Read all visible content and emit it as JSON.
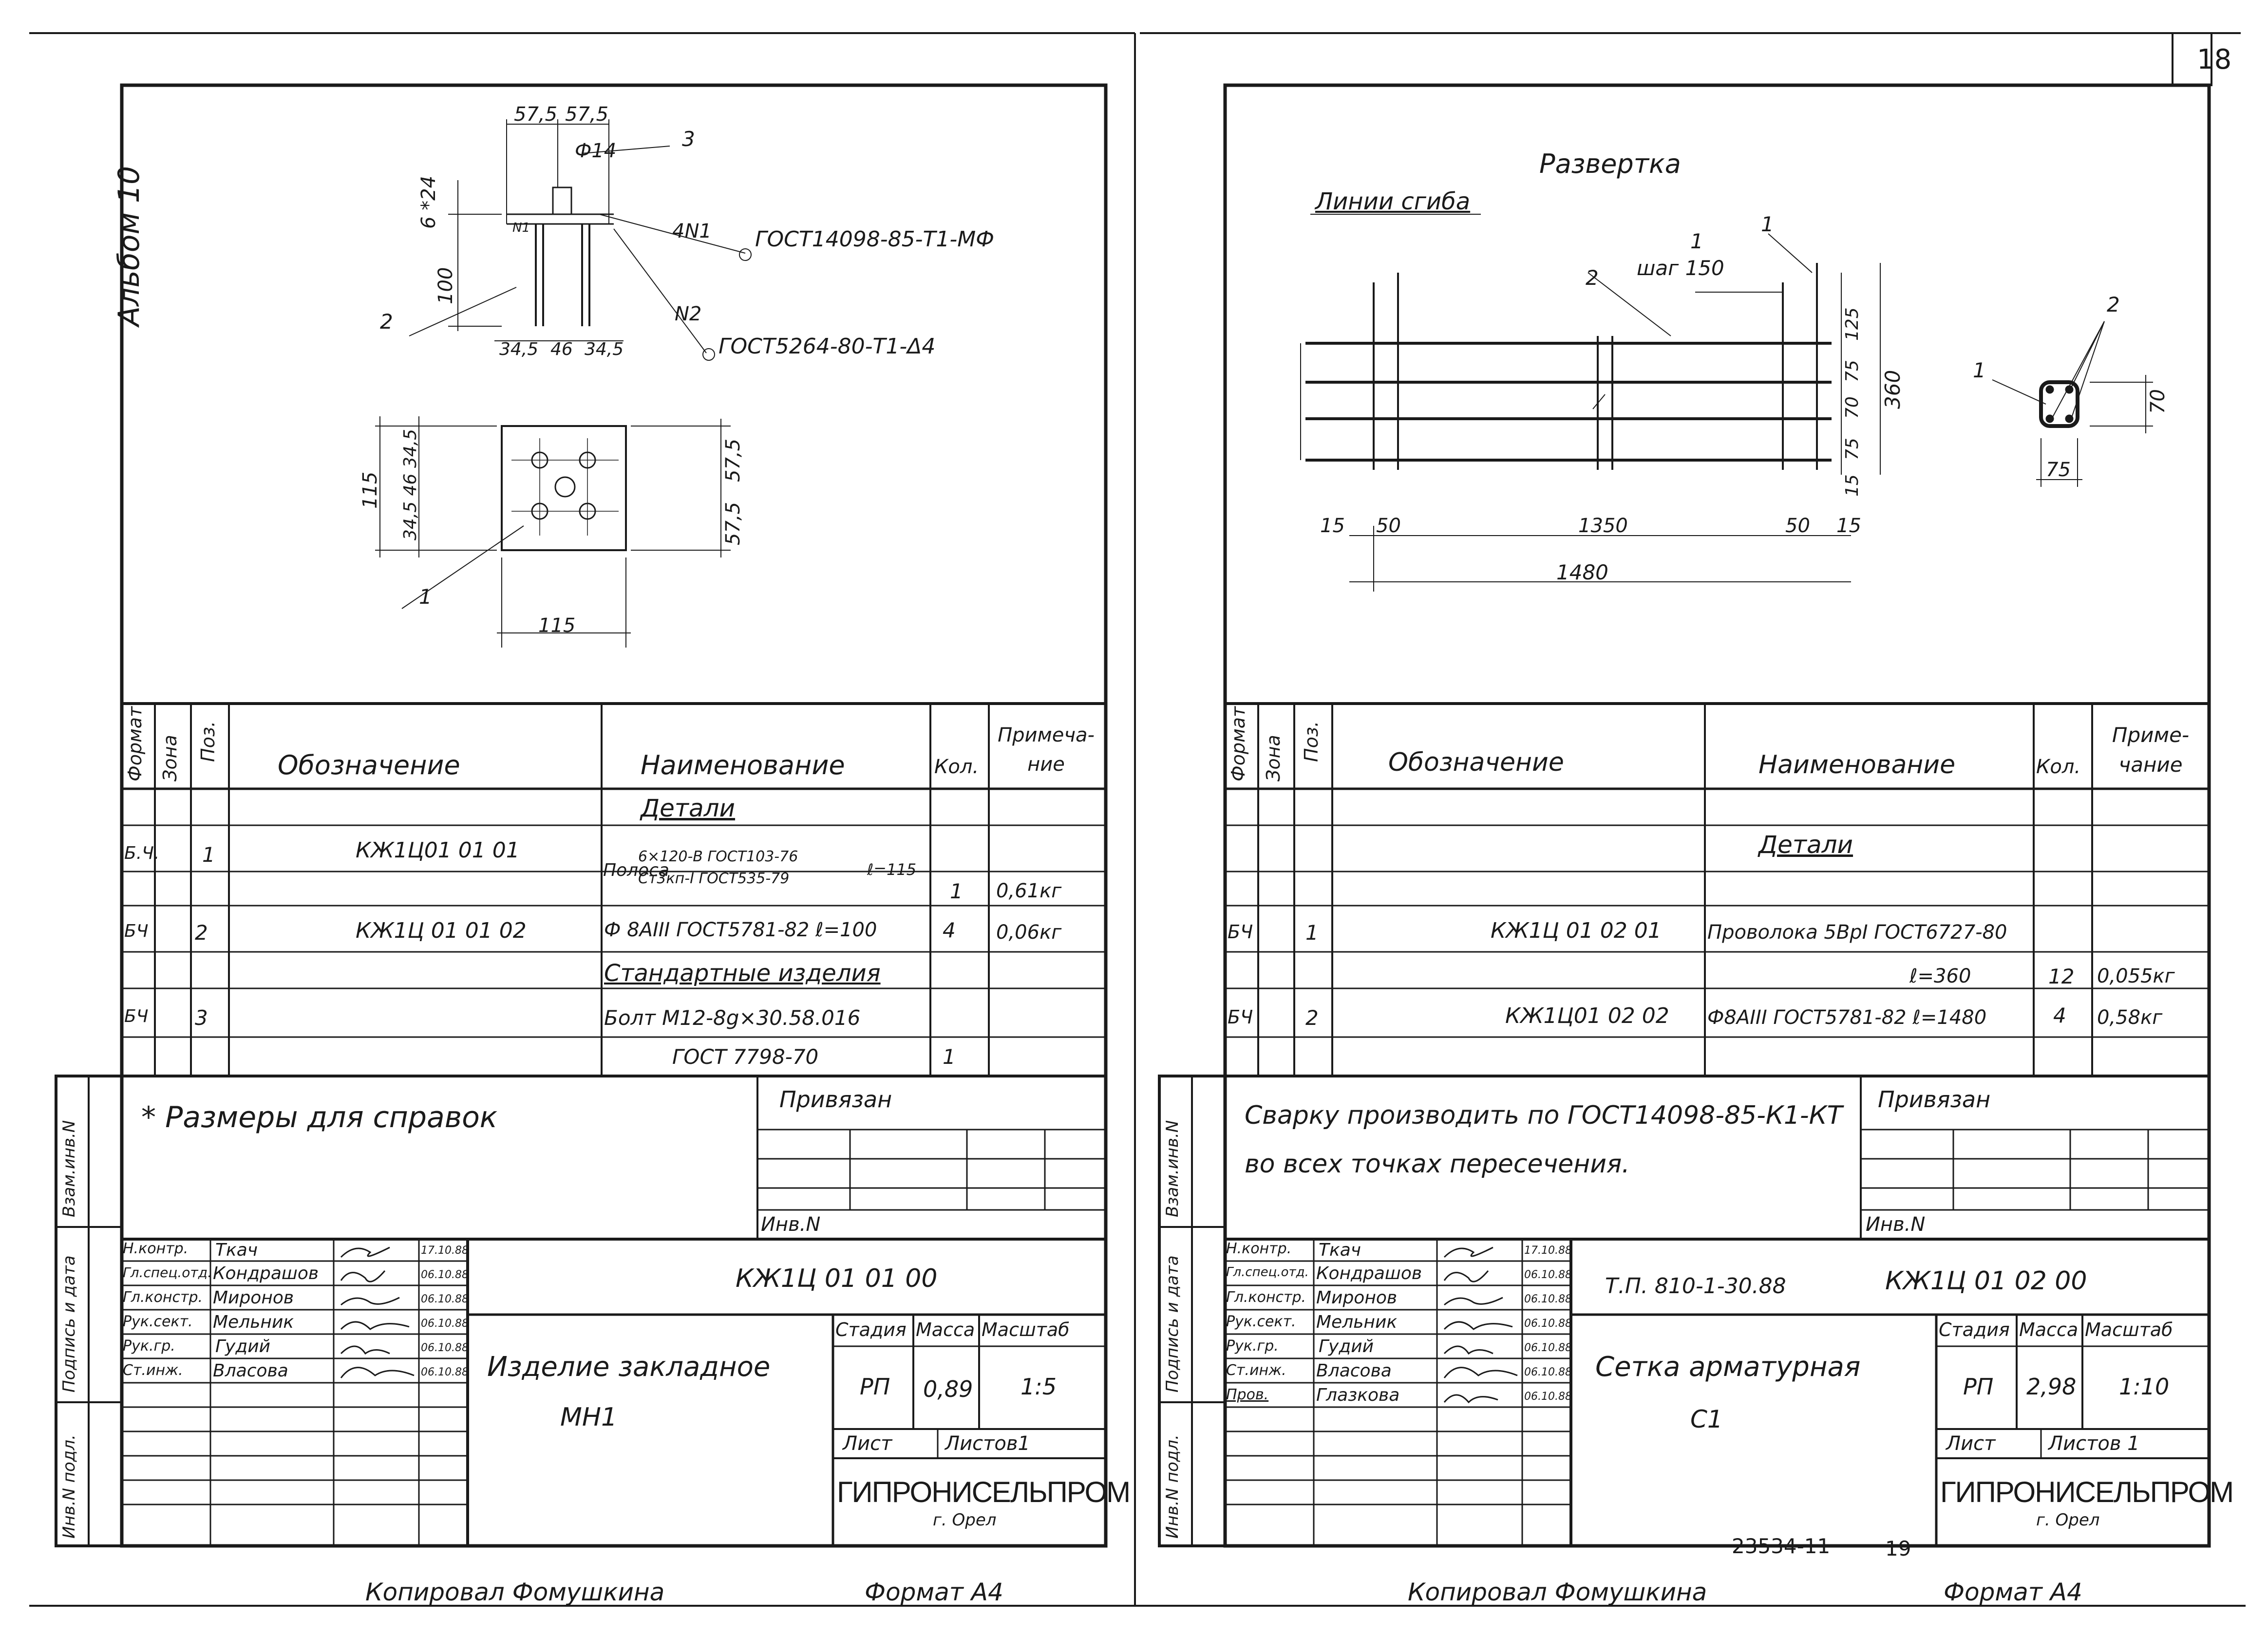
{
  "page_number": "18",
  "left_sheet": {
    "album": "Альбом 10",
    "drawing": {
      "dims_top": [
        "57,5",
        "57,5"
      ],
      "phi": "Ф14",
      "pos3": "3",
      "pos2": "2",
      "pos1": "1",
      "dim_6_24": "6 *24",
      "dim_100": "100",
      "weld1_mark": "4N1",
      "weld1_std": "ГОСТ14098-85-Т1-МФ",
      "weld2_mark": "N2",
      "weld2_std": "ГОСТ5264-80-Т1-Δ4",
      "n1": "N1",
      "dims_bottom": [
        "34,5",
        "46",
        "34,5"
      ],
      "plan_left_dims": [
        "115",
        "34,5 46 34,5"
      ],
      "plan_right_dims": [
        "57,5",
        "57,5"
      ],
      "plan_bottom": "115"
    },
    "spec": {
      "headers": [
        "Формат",
        "Зона",
        "Поз.",
        "Обозначение",
        "Наименование",
        "Кол.",
        "Примеча-ние"
      ],
      "section_details": "Детали",
      "rows": [
        {
          "fmt": "Б.Ч.",
          "pos": "1",
          "code": "КЖ1Ц01 01 01",
          "name1": "Полоса",
          "name_frac_top": "6×120-В ГОСТ103-76",
          "name_frac_bot": "Ст3кп-I ГОСТ535-79",
          "name_l": "ℓ=115",
          "qty": "1",
          "note": "0,61кг"
        },
        {
          "fmt": "БЧ",
          "pos": "2",
          "code": "КЖ1Ц 01 01 02",
          "name": "Ф 8АIII ГОСТ5781-82 ℓ=100",
          "qty": "4",
          "note": "0,06кг"
        }
      ],
      "section_std": "Стандартные изделия",
      "std_row": {
        "fmt": "БЧ",
        "pos": "3",
        "name": "Болт М12-8g×30.58.016",
        "name2": "ГОСТ 7798-70",
        "qty": "1"
      }
    },
    "note": "* Размеры для справок",
    "privyazan": "Привязан",
    "inv_n": "Инв.N",
    "side_labels": [
      "Инв.N подл.",
      "Подпись и дата",
      "Взам.инв.N"
    ],
    "signers": [
      {
        "role": "Н.контр.",
        "name": "Ткач",
        "date": "17.10.88"
      },
      {
        "role": "Гл.спец.отд.",
        "name": "Кондрашов",
        "date": "06.10.88"
      },
      {
        "role": "Гл.констр.",
        "name": "Миронов",
        "date": "06.10.88"
      },
      {
        "role": "Рук.сект.",
        "name": "Мельник",
        "date": "06.10.88"
      },
      {
        "role": "Рук.гр.",
        "name": "Гудий",
        "date": "06.10.88"
      },
      {
        "role": "Ст.инж.",
        "name": "Власова",
        "date": "06.10.88"
      }
    ],
    "designation": "КЖ1Ц 01 01 00",
    "title1": "Изделие закладное",
    "title2": "МН1",
    "stage_h": "Стадия",
    "mass_h": "Масса",
    "scale_h": "Масштаб",
    "stage": "РП",
    "mass": "0,89",
    "scale": "1:5",
    "sheet_h": "Лист",
    "sheets_h": "Листов1",
    "org": "ГИПРОНИСЕЛЬПРОМ",
    "city": "г. Орел",
    "copied": "Копировал Фомушкина",
    "format": "Формат А4"
  },
  "right_sheet": {
    "drawing": {
      "title": "Развертка",
      "bend_lines": "Линии сгиба",
      "step": "шаг 150",
      "pos1": "1",
      "pos1b": "1",
      "pos2": "2",
      "right_dims": [
        "125",
        "75",
        "70",
        "75",
        "15"
      ],
      "total_h": "360",
      "bottom_dims": [
        "15",
        "50",
        "1350",
        "50",
        "15"
      ],
      "total_w": "1480",
      "sec_pos2": "2",
      "sec_pos1": "1",
      "sec_h": "70",
      "sec_w": "75"
    },
    "spec": {
      "headers": [
        "Формат",
        "Зона",
        "Поз.",
        "Обозначение",
        "Наименование",
        "Кол.",
        "Приме-чание"
      ],
      "section_details": "Детали",
      "rows": [
        {
          "fmt": "БЧ",
          "pos": "1",
          "code": "КЖ1Ц 01 02 01",
          "name": "Проволока 5ВрI ГОСТ6727-80",
          "name2": "ℓ=360",
          "qty": "12",
          "note": "0,055кг"
        },
        {
          "fmt": "БЧ",
          "pos": "2",
          "code": "КЖ1Ц01 02 02",
          "name": "Ф8АIII ГОСТ5781-82 ℓ=1480",
          "qty": "4",
          "note": "0,58кг"
        }
      ]
    },
    "note1": "Сварку производить по ГОСТ14098-85-К1-КТ",
    "note2": "во всех точках пересечения.",
    "privyazan": "Привязан",
    "inv_n": "Инв.N",
    "side_labels": [
      "Инв.N подл.",
      "Подпись и дата",
      "Взам.инв.N"
    ],
    "signers": [
      {
        "role": "Н.контр.",
        "name": "Ткач",
        "date": "17.10.88"
      },
      {
        "role": "Гл.спец.отд.",
        "name": "Кондрашов",
        "date": "06.10.88"
      },
      {
        "role": "Гл.констр.",
        "name": "Миронов",
        "date": "06.10.88"
      },
      {
        "role": "Рук.сект.",
        "name": "Мельник",
        "date": "06.10.88"
      },
      {
        "role": "Рук.гр.",
        "name": "Гудий",
        "date": "06.10.88"
      },
      {
        "role": "Ст.инж.",
        "name": "Власова",
        "date": "06.10.88"
      },
      {
        "role": "Пров.",
        "name": "Глазкова",
        "date": "06.10.88"
      }
    ],
    "project": "Т.П. 810-1-30.88",
    "designation": "КЖ1Ц 01 02 00",
    "title1": "Сетка арматурная",
    "title2": "С1",
    "stage_h": "Стадия",
    "mass_h": "Масса",
    "scale_h": "Масштаб",
    "stage": "РП",
    "mass": "2,98",
    "scale": "1:10",
    "sheet_h": "Лист",
    "sheets_h": "Листов 1",
    "org": "ГИПРОНИСЕЛЬПРОМ",
    "city": "г. Орел",
    "archive": "23534-11",
    "archive_page": "19",
    "copied": "Копировал Фомушкина",
    "format": "Формат А4"
  }
}
